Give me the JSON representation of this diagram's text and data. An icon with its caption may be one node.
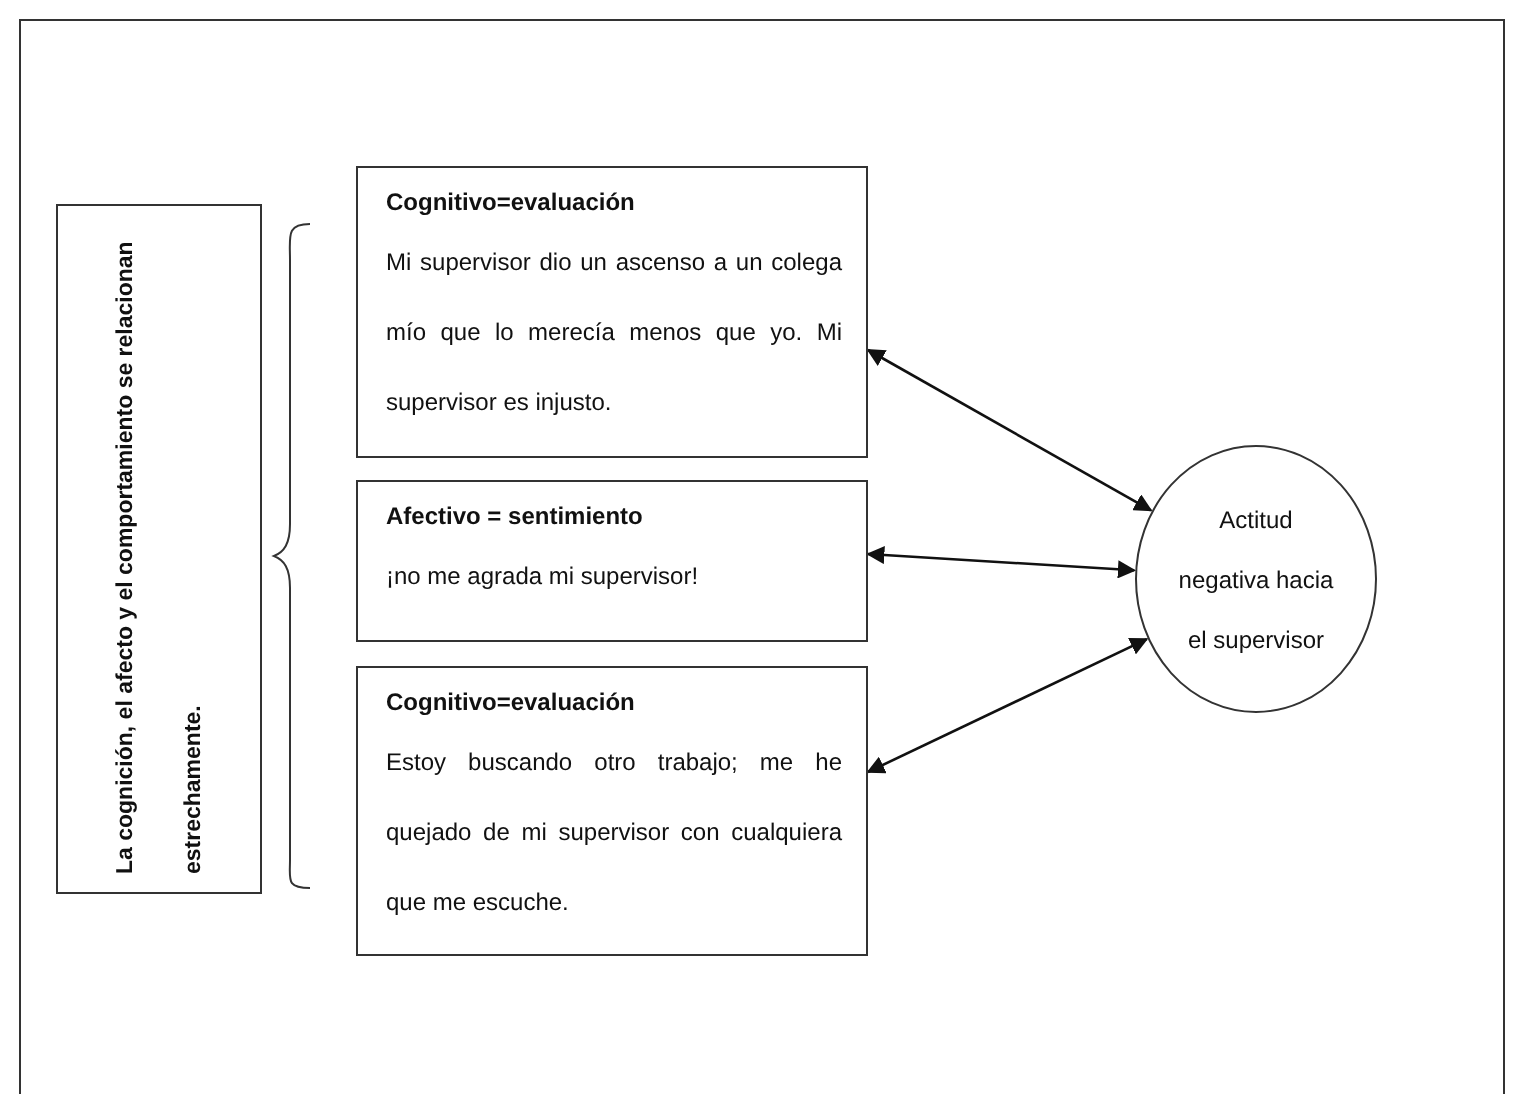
{
  "diagram": {
    "nodes": [
      {
        "text": [
          "La cognición, el afecto y el comportamiento se relacionan estrechamente."
        ]
      },
      {
        "text": [
          "Cognitivo=evaluación",
          "Mi supervisor dio un ascenso a un colega mío que lo merecía menos que yo. Mi supervisor es injusto."
        ]
      },
      {
        "text": [
          "Afectivo = sentimiento",
          "¡no me agrada mi supervisor!"
        ]
      },
      {
        "text": [
          "Cognitivo=evaluación",
          "Estoy buscando otro trabajo; me he quejado de mi supervisor con cualquiera que me escuche."
        ]
      },
      {
        "text": [
          "Actitud negativa hacia el supervisor"
        ]
      }
    ],
    "edges": [
      {
        "from": 1,
        "to": 4,
        "arrow": "both"
      },
      {
        "from": 2,
        "to": 4,
        "arrow": "both"
      },
      {
        "from": 3,
        "to": 4,
        "arrow": "both"
      }
    ]
  }
}
